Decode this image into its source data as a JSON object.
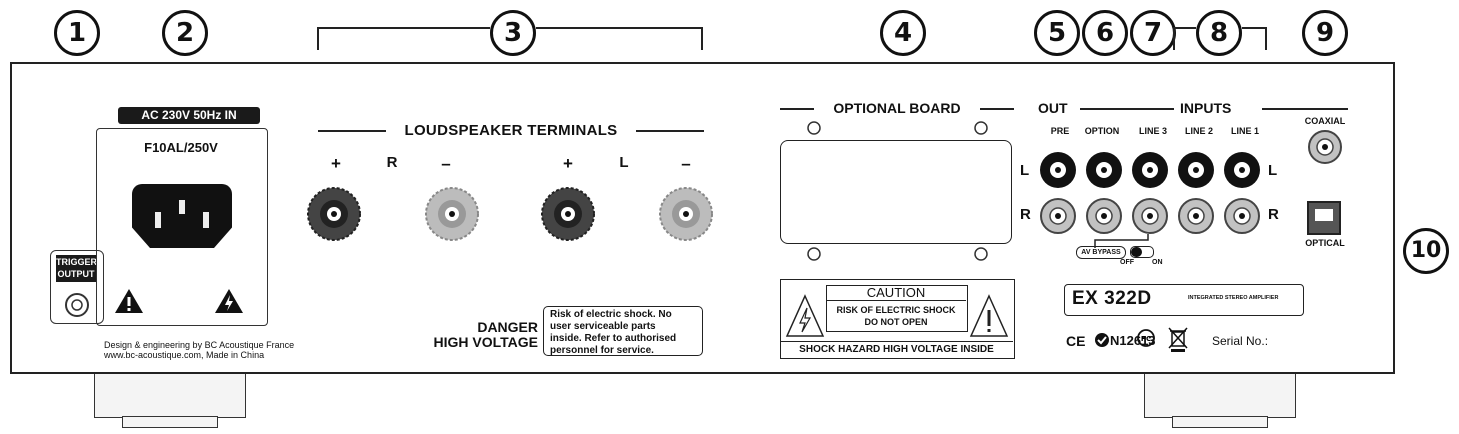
{
  "callouts": [
    "1",
    "2",
    "3",
    "4",
    "5",
    "6",
    "7",
    "8",
    "9",
    "10"
  ],
  "power": {
    "header": "AC 230V 50Hz IN",
    "fuse": "F10AL/250V"
  },
  "trigger": {
    "line1": "TRIGGER",
    "line2": "OUTPUT"
  },
  "loudspeaker": {
    "title": "LOUDSPEAKER TERMINALS",
    "plus_r": "+",
    "r": "R",
    "minus_r": "–",
    "plus_l": "+",
    "l": "L",
    "minus_l": "–"
  },
  "danger": {
    "line1": "DANGER",
    "line2": "HIGH VOLTAGE"
  },
  "shock_box": {
    "line1": "Risk of electric shock. No",
    "line2": "user serviceable parts",
    "line3": "inside. Refer to authorised",
    "line4": "personnel for service."
  },
  "design": {
    "line1": "Design & engineering by BC Acoustique France",
    "line2": "www.bc-acoustique.com, Made in China"
  },
  "optional_board": "OPTIONAL BOARD",
  "caution": {
    "title": "CAUTION",
    "line1": "RISK OF ELECTRIC SHOCK",
    "line2": "DO NOT OPEN",
    "footer": "SHOCK HAZARD HIGH VOLTAGE INSIDE"
  },
  "io": {
    "out": "OUT",
    "inputs": "INPUTS",
    "pre": "PRE",
    "option": "OPTION",
    "line3": "LINE 3",
    "line2": "LINE 2",
    "line1": "LINE 1",
    "l_left": "L",
    "r_left": "R",
    "l_right": "L",
    "r_right": "R",
    "av_bypass": "AV BYPASS",
    "off": "OFF",
    "on": "ON",
    "coaxial": "COAXIAL",
    "optical": "OPTICAL"
  },
  "model": {
    "name": "EX 322D",
    "desc": "INTEGRATED STEREO AMPLIFIER"
  },
  "marks": {
    "ce": "CE",
    "n": "N12613",
    "serial": "Serial No.:"
  }
}
